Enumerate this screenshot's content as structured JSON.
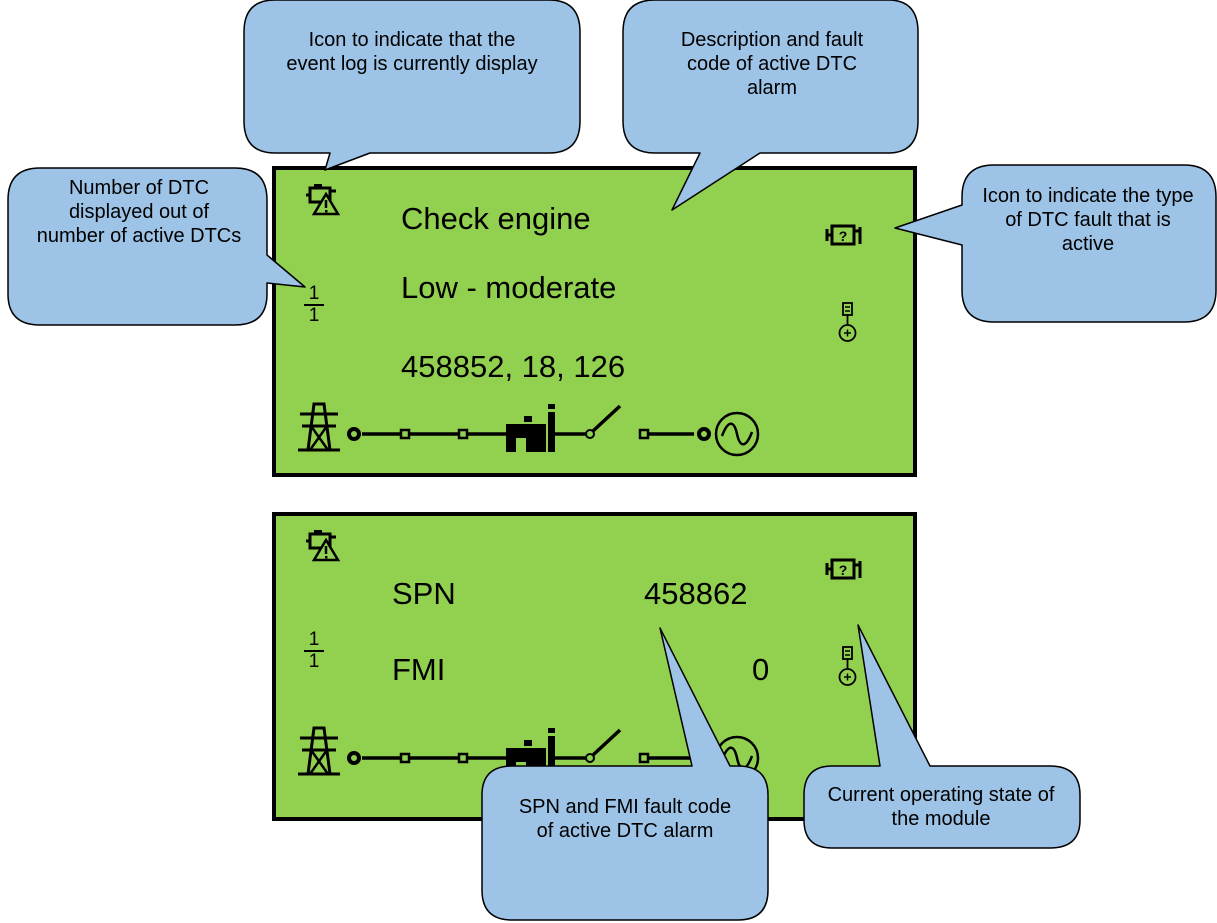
{
  "screen_top": {
    "line1": "Check engine",
    "line2": "Low - moderate",
    "line3": "458852, 18, 126",
    "counter_numerator": "1",
    "counter_denominator": "1"
  },
  "screen_bottom": {
    "spn_label": "SPN",
    "spn_value": "458862",
    "fmi_label": "FMI",
    "fmi_value": "0",
    "counter_numerator": "1",
    "counter_denominator": "1"
  },
  "callouts": {
    "event_log_icon": "Icon to indicate that the event log is currently display",
    "description_fault_code": "Description and fault code of active DTC alarm",
    "dtc_count": "Number of DTC displayed out of number of active DTCs",
    "dtc_type_icon": "Icon to indicate the type of DTC fault that is active",
    "spn_fmi": "SPN and FMI fault code of active DTC alarm",
    "operating_state": "Current operating state of the module"
  },
  "icons": [
    "engine-warning-icon",
    "engine-unknown-fault-icon",
    "generator-state-icon",
    "mains-tower-icon",
    "generator-set-icon",
    "breaker-switch-icon",
    "alternator-icon"
  ],
  "colors": {
    "lcd_background": "#92d050",
    "callout_fill": "#9dc3e6",
    "callout_stroke": "#000000"
  }
}
